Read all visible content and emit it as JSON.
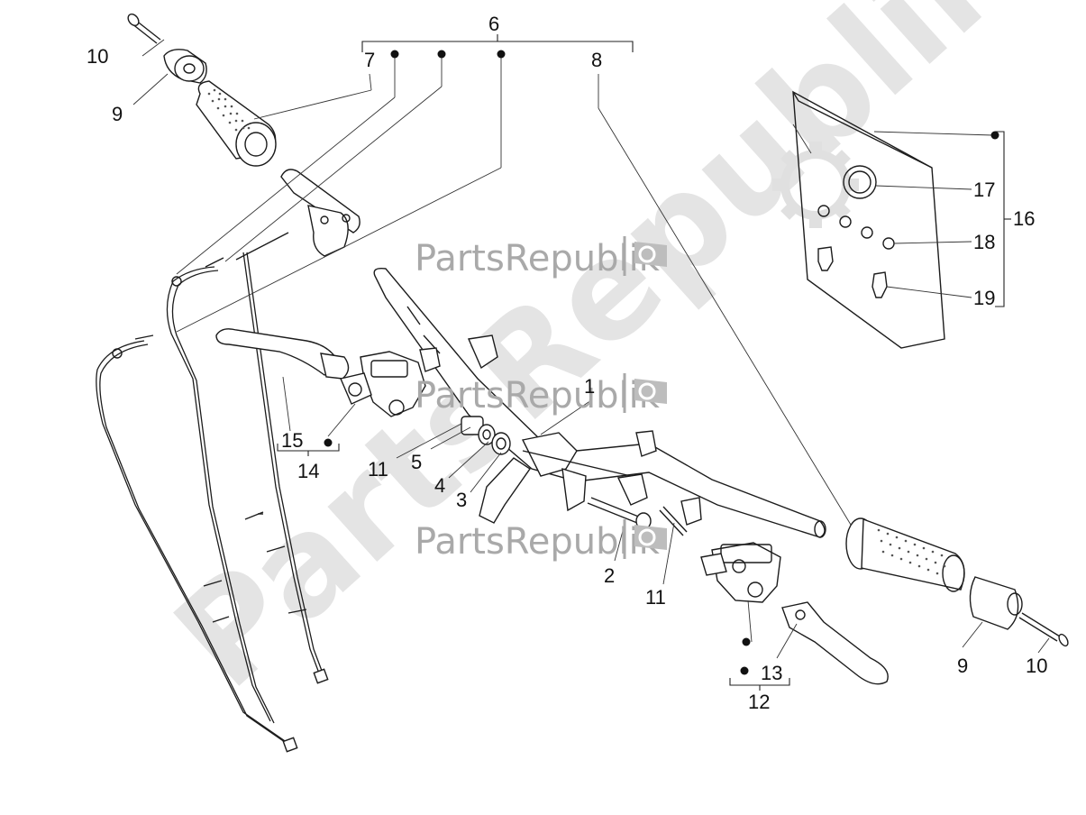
{
  "watermarks": {
    "brand_text": "PartsRepublik",
    "big_text": "PartsRepublik"
  },
  "callouts": {
    "c1": "1",
    "c2": "2",
    "c3": "3",
    "c4": "4",
    "c5": "5",
    "c6": "6",
    "c7": "7",
    "c8": "8",
    "c9a": "9",
    "c9b": "9",
    "c10a": "10",
    "c10b": "10",
    "c11a": "11",
    "c11b": "11",
    "c12": "12",
    "c13": "13",
    "c14": "14",
    "c15": "15",
    "c16": "16",
    "c17": "17",
    "c18": "18",
    "c19": "19"
  },
  "icons": {
    "watermark_logo": "gear-flag-icon",
    "kit_marker": "filled-dot-icon"
  },
  "colors": {
    "line": "#1c1c1c",
    "watermark_text": "#a9a9a9",
    "watermark_big": "#e4e4e4"
  }
}
